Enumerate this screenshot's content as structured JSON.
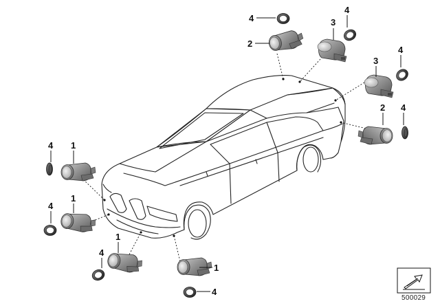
{
  "callouts": [
    {
      "id": "c1",
      "label": "4"
    },
    {
      "id": "c2",
      "label": "2"
    },
    {
      "id": "c3",
      "label": "3"
    },
    {
      "id": "c4",
      "label": "4"
    },
    {
      "id": "c5",
      "label": "3"
    },
    {
      "id": "c6",
      "label": "4"
    },
    {
      "id": "c7",
      "label": "2"
    },
    {
      "id": "c8",
      "label": "4"
    },
    {
      "id": "c9",
      "label": "4"
    },
    {
      "id": "c10",
      "label": "1"
    },
    {
      "id": "c11",
      "label": "4"
    },
    {
      "id": "c12",
      "label": "1"
    },
    {
      "id": "c13",
      "label": "1"
    },
    {
      "id": "c14",
      "label": "4"
    },
    {
      "id": "c15",
      "label": "1"
    },
    {
      "id": "c16",
      "label": "4"
    }
  ],
  "reference_number": "500029",
  "colors": {
    "sensor_body": "#8e8e8e",
    "sensor_face": "#d8d8d8",
    "ring": "#3a3a3a",
    "line": "#222222"
  }
}
